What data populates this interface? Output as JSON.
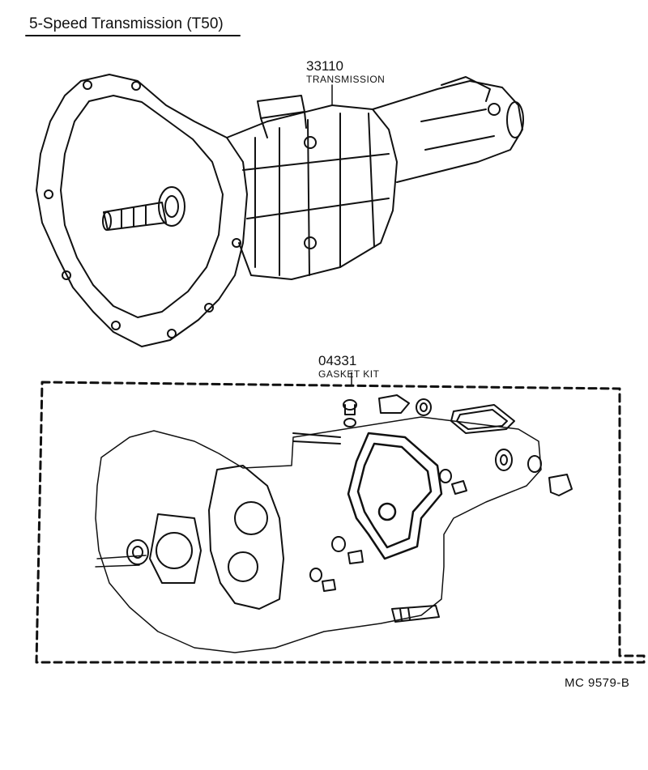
{
  "title": "5-Speed Transmission (T50)",
  "parts": [
    {
      "number": "33110",
      "name": "TRANSMISSION"
    },
    {
      "number": "04331",
      "name": "GASKET KIT"
    }
  ],
  "drawing_code": "MC  9579-B",
  "colors": {
    "ink": "#111111",
    "paper": "#ffffff"
  }
}
